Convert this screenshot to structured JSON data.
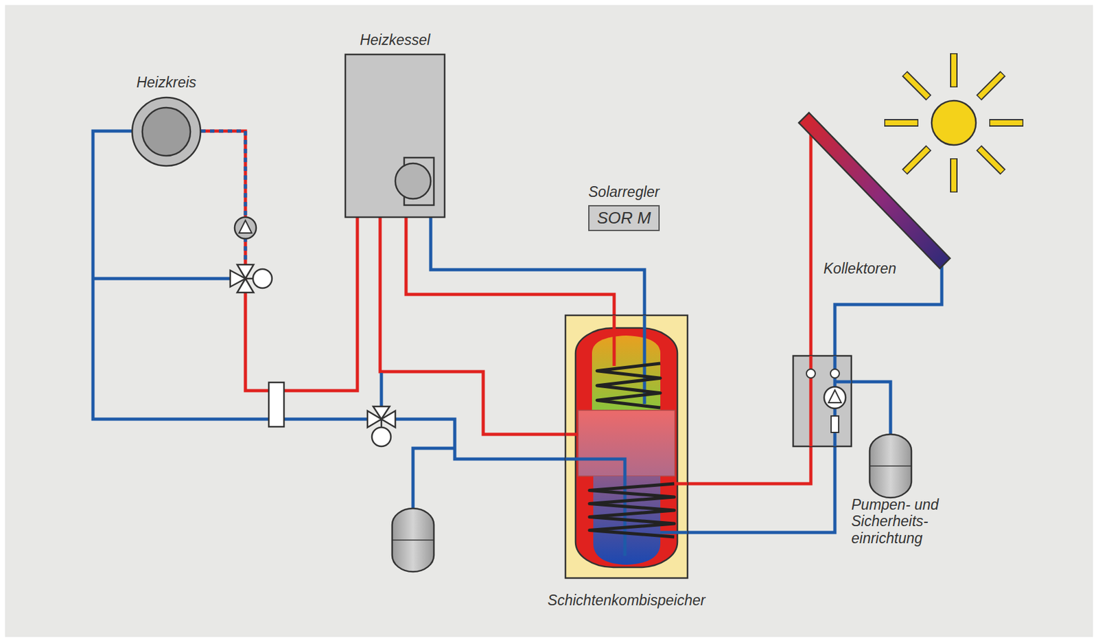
{
  "diagram": {
    "nodes": [
      {
        "text": [
          "Heizkreis"
        ]
      },
      {
        "text": [
          "Heizkessel"
        ]
      },
      {
        "text": [
          "Solarregler",
          "SOR M"
        ]
      },
      {
        "text": [
          "Kollektoren"
        ]
      },
      {
        "text": [
          "Pumpen- und Sicherheits- einrichtung"
        ]
      },
      {
        "text": [
          "Schichtenkombispeicher"
        ]
      }
    ],
    "edges": [
      {
        "from": 1,
        "to": 5,
        "arrow": "none"
      },
      {
        "from": 1,
        "to": 5,
        "arrow": "none"
      },
      {
        "from": 1,
        "to": 5,
        "arrow": "none"
      },
      {
        "from": 1,
        "to": 0,
        "arrow": "none"
      },
      {
        "from": 0,
        "to": 5,
        "arrow": "none"
      },
      {
        "from": 3,
        "to": 5,
        "arrow": "none"
      },
      {
        "from": 3,
        "to": 4,
        "arrow": "none"
      },
      {
        "from": 4,
        "to": 5,
        "arrow": "none"
      }
    ]
  }
}
